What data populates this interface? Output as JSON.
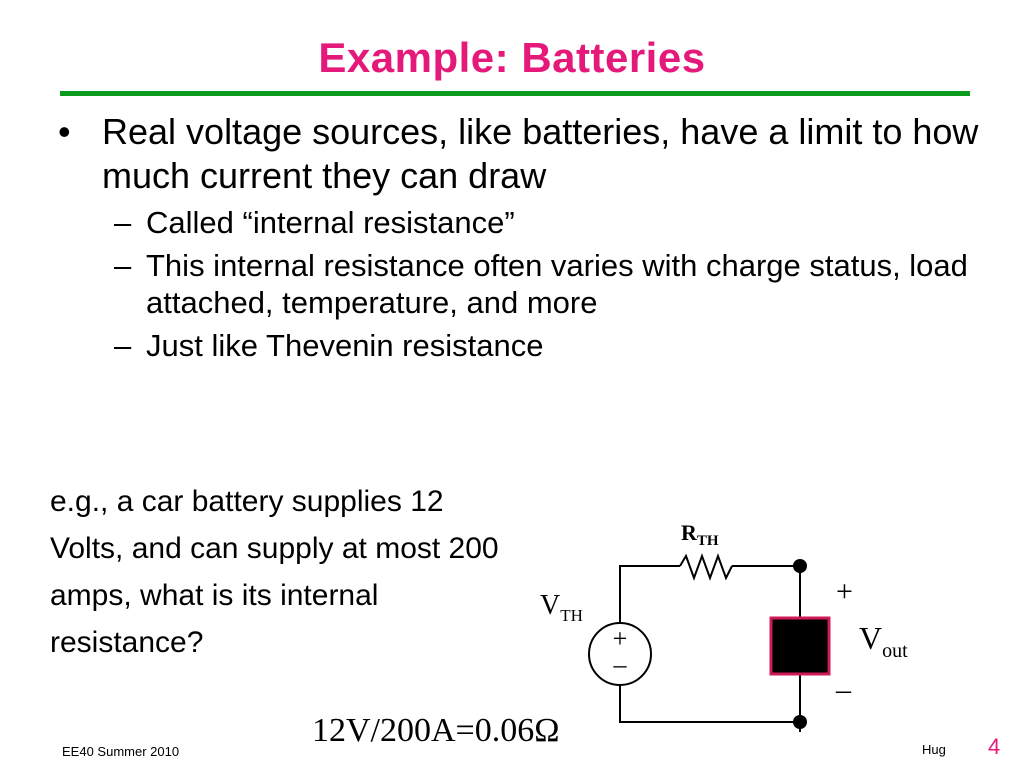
{
  "slide": {
    "title": "Example: Batteries",
    "bullet": {
      "marker": "•",
      "text": "Real voltage sources, like batteries, have a limit to how much current they can draw",
      "subs": [
        {
          "marker": "–",
          "text": "Called “internal resistance”"
        },
        {
          "marker": "–",
          "text": "This internal resistance often varies with charge status, load attached, temperature, and more"
        },
        {
          "marker": "–",
          "text": "Just like Thevenin resistance"
        }
      ]
    },
    "example_text": "e.g., a car battery supplies 12 Volts, and can supply at most 200 amps, what is its internal resistance?",
    "formula": "12V/200A=0.06Ω"
  },
  "circuit": {
    "resistor_label": {
      "main": "R",
      "sub": "TH"
    },
    "source_label": {
      "main": "V",
      "sub": "TH"
    },
    "source_plus": "+",
    "source_minus": "–",
    "out_plus": "+",
    "out_minus": "–",
    "out_label": {
      "main": "V",
      "sub": "out"
    }
  },
  "footer": {
    "course": "EE40 Summer 2010",
    "author": "Hug",
    "page": "4"
  },
  "colors": {
    "title": "#e5197a",
    "rule": "#0a9a1e",
    "load_fill": "#000000",
    "load_border": "#d1195a"
  }
}
